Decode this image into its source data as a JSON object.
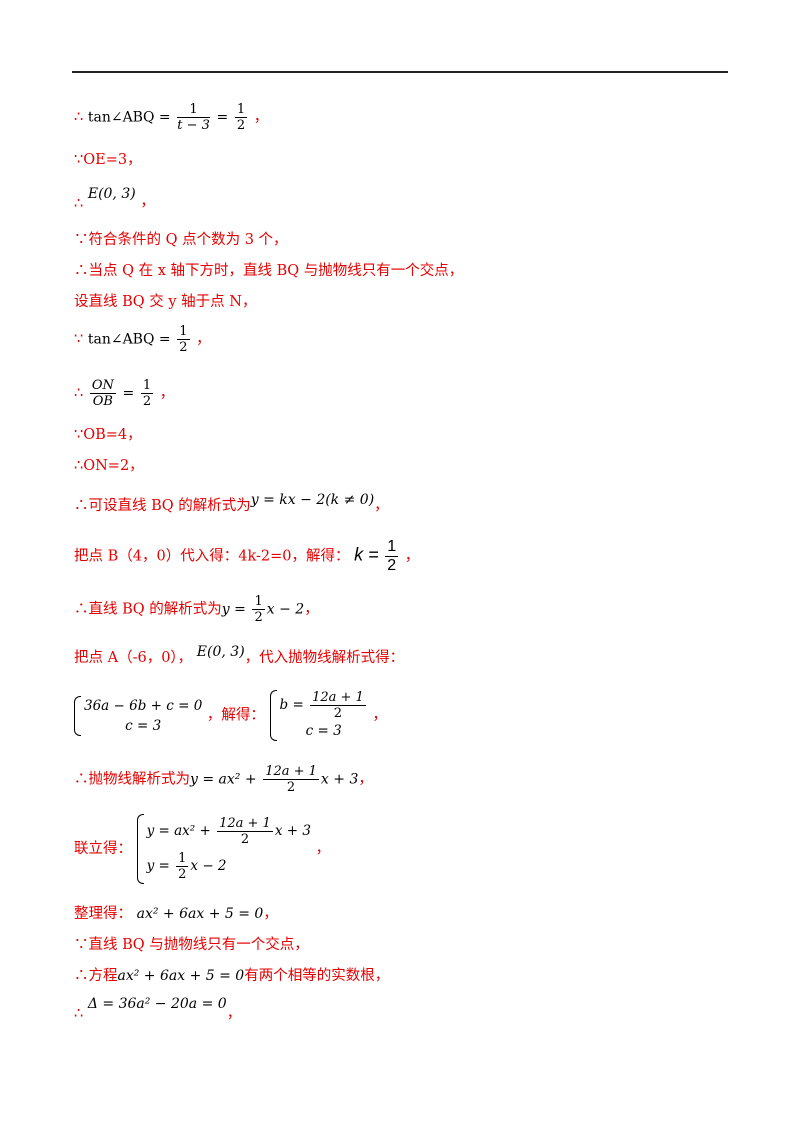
{
  "l1": {
    "pre": "∴",
    "expr": "tan∠ABQ =",
    "num1": "1",
    "den1": "t − 3",
    "eq": "=",
    "num2": "1",
    "den2": "2",
    "post": "，"
  },
  "l2": {
    "text": "∵OE=3，"
  },
  "l3": {
    "pre": "∴",
    "expr": "E(0, 3)",
    "post": "，"
  },
  "l4": {
    "text": "∵符合条件的 Q 点个数为 3 个，"
  },
  "l5": {
    "text": "∴当点 Q 在 x 轴下方时，直线 BQ 与抛物线只有一个交点，"
  },
  "l6": {
    "text": "设直线 BQ 交 y 轴于点 N，"
  },
  "l7": {
    "pre": "∵",
    "expr": "tan∠ABQ =",
    "num": "1",
    "den": "2",
    "post": "，"
  },
  "l8": {
    "pre": "∴",
    "num1": "ON",
    "den1": "OB",
    "eq": "=",
    "num2": "1",
    "den2": "2",
    "post": "，"
  },
  "l9": {
    "text": "∵OB=4，"
  },
  "l10": {
    "text": "∴ON=2，"
  },
  "l11": {
    "text": "∴可设直线 BQ 的解析式为",
    "expr": "y = kx − 2(k ≠ 0)",
    "post": "，"
  },
  "l12": {
    "text": "把点 B（4，0）代入得：4k-2=0，解得：",
    "k": "k =",
    "num": "1",
    "den": "2",
    "post": "，"
  },
  "l13": {
    "text": "∴直线 BQ 的解析式为",
    "y": "y =",
    "num": "1",
    "den": "2",
    "rest": "x − 2",
    "post": "，"
  },
  "l14": {
    "text": "把点 A（-6，0），",
    "expr": "E(0, 3)",
    "post": "，代入抛物线解析式得："
  },
  "l15": {
    "r1": "36a − 6b + c = 0",
    "r2": "c = 3",
    "mid": "，解得：",
    "b": "b =",
    "num": "12a + 1",
    "den": "2",
    "r4": "c = 3",
    "post": "，"
  },
  "l16": {
    "text": "∴抛物线解析式为",
    "y": "y = ax² +",
    "num": "12a + 1",
    "den": "2",
    "rest": "x + 3",
    "post": "，"
  },
  "l17": {
    "text": "联立得：",
    "r1a": "y = ax² +",
    "num1": "12a + 1",
    "den1": "2",
    "r1b": "x + 3",
    "r2a": "y =",
    "num2": "1",
    "den2": "2",
    "r2b": "x − 2",
    "post": "，"
  },
  "l18": {
    "text": "整理得：",
    "expr": "ax² + 6ax + 5 = 0",
    "post": "，"
  },
  "l19": {
    "text": "∵直线 BQ 与抛物线只有一个交点，"
  },
  "l20": {
    "pre": "∴方程",
    "expr": "ax² + 6ax + 5 = 0",
    "post": "有两个相等的实数根，"
  },
  "l21": {
    "pre": "∴",
    "expr": "Δ = 36a² − 20a = 0",
    "post": "，"
  }
}
